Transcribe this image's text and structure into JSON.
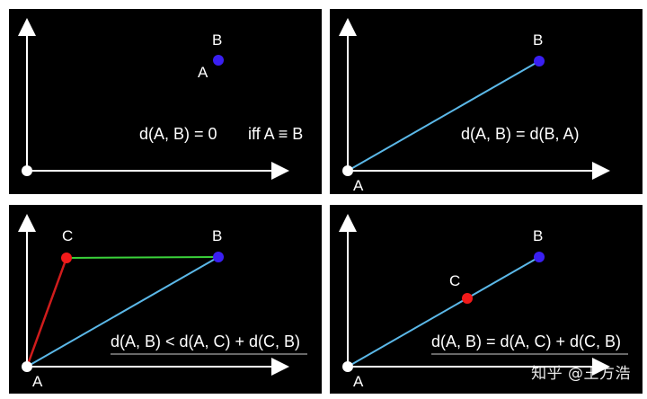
{
  "colors": {
    "background": "#000000",
    "axis": "#ffffff",
    "origin_point": "#ffffff",
    "point_b": "#3a1ff2",
    "point_c": "#f21a1a",
    "line_ab": "#5bb8e8",
    "line_ac": "#d01c1c",
    "line_cb": "#3ad23a",
    "underline": "#d0d0d0"
  },
  "panels": [
    {
      "labels": {
        "a": "A",
        "b": "B"
      },
      "formula": "d(A, B) = 0",
      "condition": "iff A ≡ B"
    },
    {
      "labels": {
        "a": "A",
        "b": "B"
      },
      "formula": "d(A, B) = d(B, A)"
    },
    {
      "labels": {
        "a": "A",
        "b": "B",
        "c": "C"
      },
      "formula": "d(A, B) < d(A, C) + d(C, B)"
    },
    {
      "labels": {
        "a": "A",
        "b": "B",
        "c": "C"
      },
      "formula": "d(A, B) = d(A, C) + d(C, B)"
    }
  ],
  "watermark": "知乎 @王方浩"
}
